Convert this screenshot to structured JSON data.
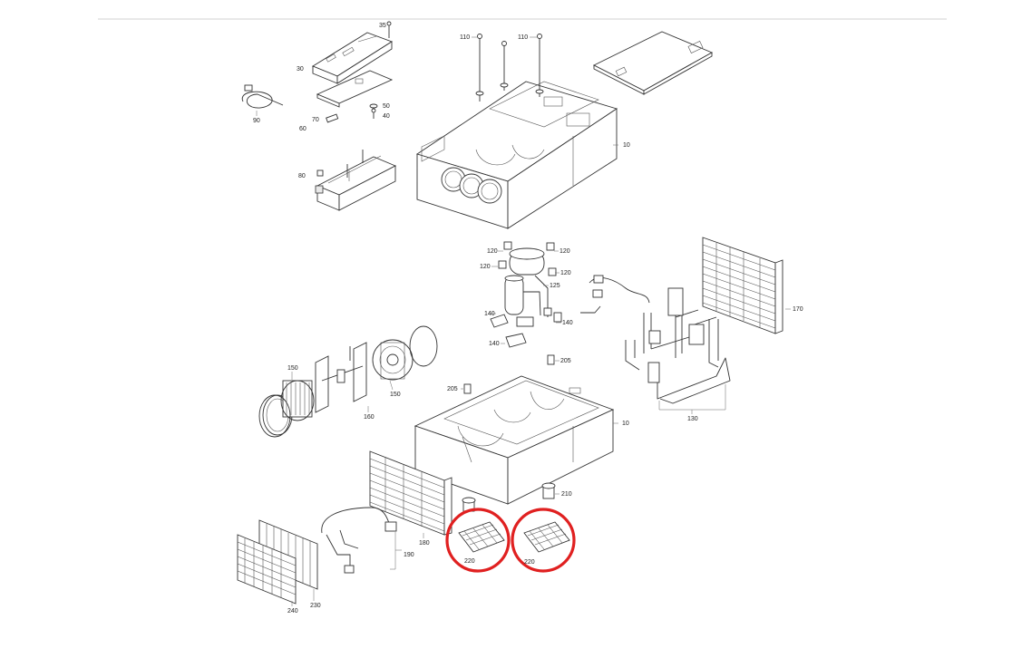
{
  "labels": {
    "l35": "35",
    "l30": "30",
    "l90": "90",
    "l50": "50",
    "l40": "40",
    "l70": "70",
    "l60": "60",
    "l80": "80",
    "l110a": "110",
    "l110b": "110",
    "l10a": "10",
    "l120a": "120",
    "l120b": "120",
    "l120c": "120",
    "l120d": "120",
    "l125": "125",
    "l140a": "140",
    "l140b": "140",
    "l140c": "140",
    "l170": "170",
    "l205a": "205",
    "l205b": "205",
    "l150a": "150",
    "l150b": "150",
    "l160": "160",
    "l10b": "10",
    "l130": "130",
    "l210": "210",
    "l180": "180",
    "l190": "190",
    "l220a": "220",
    "l220b": "220",
    "l240": "240",
    "l230": "230"
  },
  "highlight_color": "#e02020"
}
